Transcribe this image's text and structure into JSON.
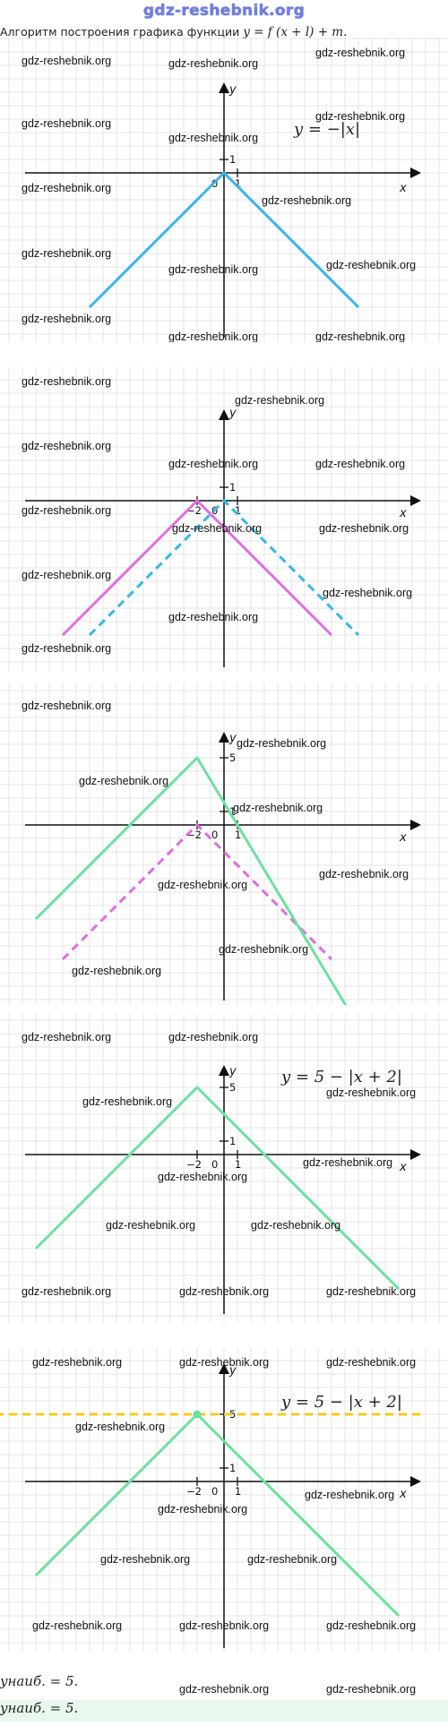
{
  "header": {
    "site_title": "gdz-reshebnik.org",
    "intro_text": "Алгоритм построения графика функции",
    "intro_formula": "y = f (x + l) + m."
  },
  "watermark": "gdz-reshebnik.org",
  "axes": {
    "x_label": "x",
    "y_label": "y"
  },
  "colors": {
    "blue": "#3ab6e6",
    "magenta": "#dc6fe0",
    "green": "#6de0a2",
    "yellow": "#f4cc1c",
    "grid": "#e4e4e4",
    "axis": "#111111"
  },
  "panels": [
    {
      "id": "panel-1",
      "formula": "y = −|x|",
      "tick_labels": [
        "0",
        "1",
        "1"
      ],
      "chart_data": {
        "type": "line",
        "series": [
          {
            "style": "solid",
            "color": "#3ab6e6",
            "x": [
              -10,
              0,
              10
            ],
            "y": [
              -10,
              0,
              -10
            ]
          }
        ]
      }
    },
    {
      "id": "panel-2",
      "formula": "",
      "tick_labels": [
        "−2",
        "0",
        "1",
        "1"
      ],
      "chart_data": {
        "type": "line",
        "series": [
          {
            "style": "solid",
            "color": "#dc6fe0",
            "x": [
              -12,
              -2,
              8
            ],
            "y": [
              -10,
              0,
              -10
            ]
          },
          {
            "style": "dashed",
            "color": "#3ab6e6",
            "x": [
              -10,
              0,
              10
            ],
            "y": [
              -10,
              0,
              -10
            ]
          }
        ]
      }
    },
    {
      "id": "panel-3",
      "formula": "",
      "tick_labels": [
        "−2",
        "0",
        "1",
        "1",
        "5"
      ],
      "chart_data": {
        "type": "line",
        "series": [
          {
            "style": "solid",
            "color": "#6de0a2",
            "x": [
              -14,
              -2,
              13
            ],
            "y": [
              -7,
              5,
              -20
            ]
          },
          {
            "style": "dashed",
            "color": "#dc6fe0",
            "x": [
              -12,
              -2,
              8
            ],
            "y": [
              -10,
              0,
              -10
            ]
          }
        ]
      }
    },
    {
      "id": "panel-4",
      "formula": "y = 5 − |x + 2|",
      "tick_labels": [
        "−2",
        "0",
        "1",
        "1",
        "5"
      ],
      "chart_data": {
        "type": "line",
        "series": [
          {
            "style": "solid",
            "color": "#6de0a2",
            "x": [
              -14,
              -2,
              13
            ],
            "y": [
              -7,
              5,
              -10
            ]
          }
        ]
      }
    },
    {
      "id": "panel-5",
      "formula": "y = 5 − |x + 2|",
      "tick_labels": [
        "−2",
        "0",
        "1",
        "1",
        "5"
      ],
      "chart_data": {
        "type": "line",
        "series": [
          {
            "style": "solid",
            "color": "#6de0a2",
            "x": [
              -14,
              -2,
              13
            ],
            "y": [
              -7,
              5,
              -10
            ]
          },
          {
            "style": "dashed",
            "color": "#f4cc1c",
            "x": [
              -17,
              15
            ],
            "y": [
              5,
              5
            ]
          }
        ],
        "max_point": {
          "x": -2,
          "y": 5
        }
      }
    }
  ],
  "answer": {
    "line1": "yнаиб. = 5.",
    "line2": "yнаиб. = 5."
  }
}
